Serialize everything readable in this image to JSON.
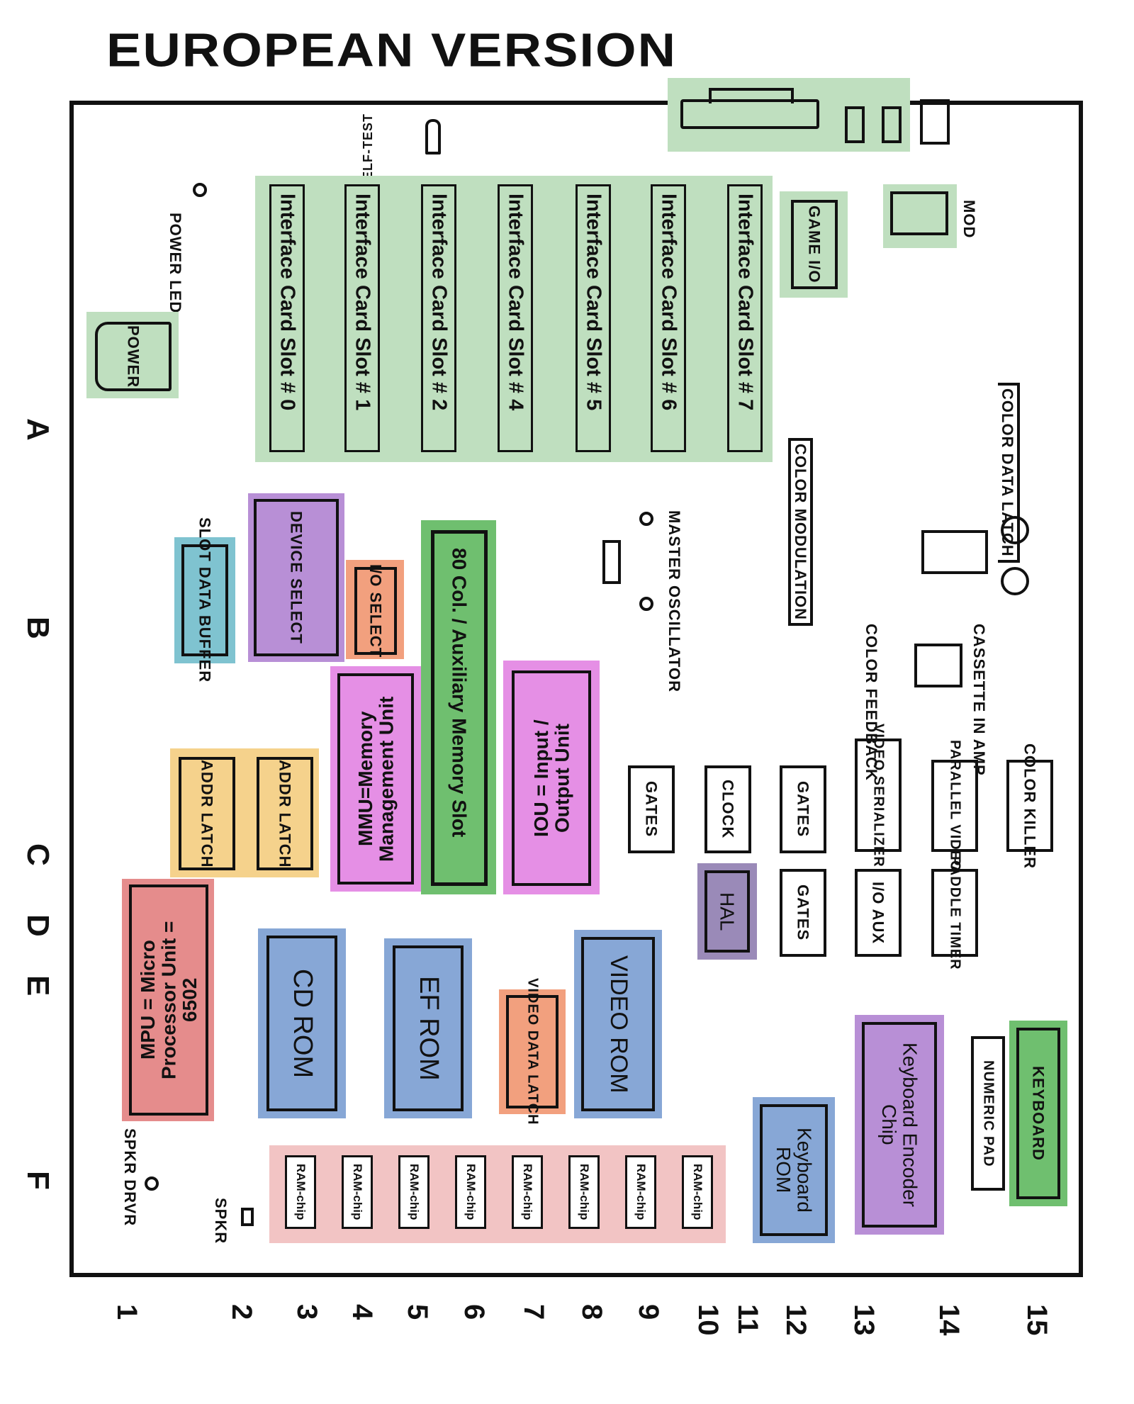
{
  "title": "EUROPEAN VERSION",
  "colors": {
    "green": "#bfdfbf",
    "purple": "#b88fd6",
    "violet": "#9a8ab8",
    "pink": "#e58fe5",
    "orange": "#f2a07e",
    "yellow": "#f5d28c",
    "blue": "#87a7d6",
    "red": "#e58c8c",
    "lightpink": "#f2c4c4",
    "teal": "#7fc3d0",
    "darkgreen": "#6fbf6f"
  },
  "slots": [
    "Interface Card Slot # 0",
    "Interface Card Slot # 1",
    "Interface Card Slot # 2",
    "Interface Card Slot # 4",
    "Interface Card Slot # 5",
    "Interface Card Slot # 6",
    "Interface Card Slot # 7"
  ],
  "ram_chips": [
    "RAM-chip",
    "RAM-chip",
    "RAM-chip",
    "RAM-chip",
    "RAM-chip",
    "RAM-chip",
    "RAM-chip",
    "RAM-chip"
  ],
  "components": {
    "power": "POWER",
    "power_led": "POWER LED",
    "game_io": "GAME I/O",
    "mod": "MOD",
    "color_data_latch": "COLOR DATA LATCH",
    "color_modulation": "COLOR MODULATION",
    "master_oscillator": "MASTER OSCILLATOR",
    "cassette_in_amp": "CASSETTE IN AMP",
    "color_feedback": "COLOR FEEDBACK",
    "device_select": "DEVICE SELECT",
    "slot_data_buffer": "SLOT DATA BUFFER",
    "io_select": "I/O SELECT",
    "aux_slot": "80 Col. / Auxiliary Memory Slot",
    "mmu": "MMU=Memory Management Unit",
    "iou": "IOU = Input / Output Unit",
    "addr_latch_1": "ADDR LATCH",
    "addr_latch_2": "ADDR LATCH",
    "mpu": "MPU = Micro Processor Unit = 6502",
    "cd_rom": "CD ROM",
    "ef_rom": "EF ROM",
    "video_data_latch": "VIDEO DATA LATCH",
    "video_rom": "VIDEO ROM",
    "gates_1": "GATES",
    "clock": "CLOCK",
    "gates_2": "GATES",
    "gates_3": "GATES",
    "video_serializer": "VIDEO SERIALIZER",
    "parallel_video": "PARALLEL VIDEO",
    "color_killer": "COLOR KILLER",
    "hal": "HAL",
    "io_aux": "I/O AUX",
    "paddle_timer": "PADDLE TIMER",
    "keyboard_rom": "Keyboard ROM",
    "keyboard_encoder": "Keyboard Encoder Chip",
    "numeric_pad": "NUMERIC PAD",
    "keyboard": "KEYBOARD",
    "spkr_drvr": "SPKR DRVR",
    "spkr": "SPKR",
    "self_test": "SELF-TEST"
  },
  "rows": [
    "A",
    "B",
    "C",
    "D",
    "E",
    "F"
  ],
  "columns": [
    "1",
    "2",
    "3",
    "4",
    "5",
    "6",
    "7",
    "8",
    "9",
    "10",
    "11",
    "12",
    "13",
    "14",
    "15"
  ]
}
